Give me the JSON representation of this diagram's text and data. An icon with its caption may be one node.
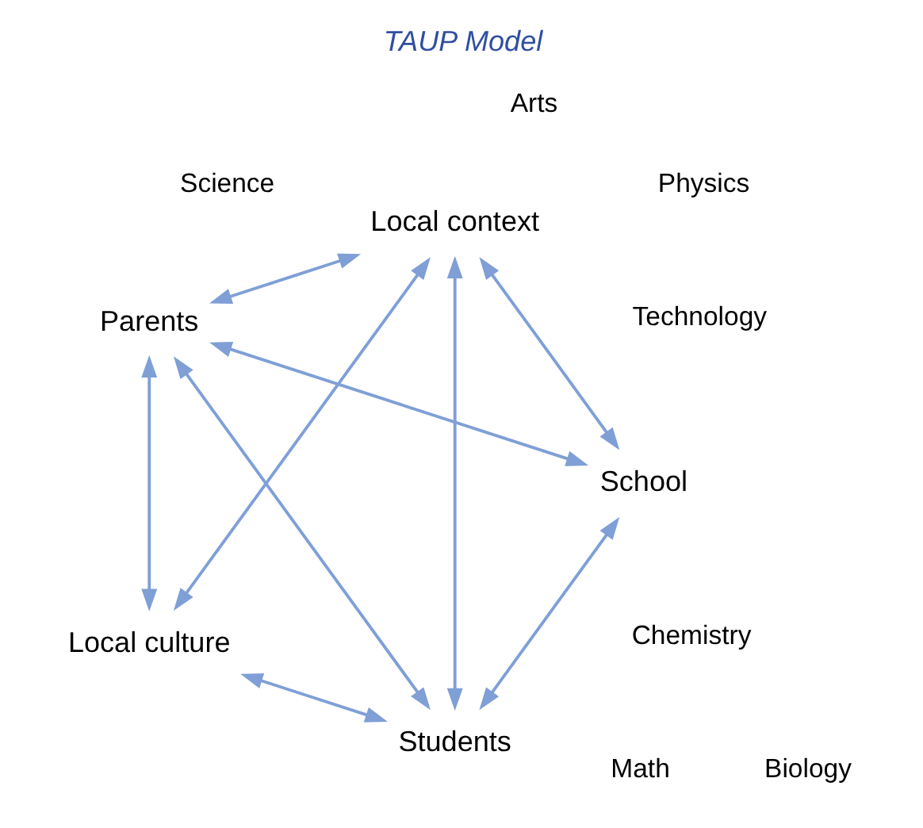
{
  "diagram": {
    "title": "TAUP Model",
    "nodes": [
      {
        "text": [
          "Students"
        ]
      },
      {
        "text": [
          "Local context"
        ]
      },
      {
        "text": [
          "School"
        ]
      },
      {
        "text": [
          "Parents"
        ]
      },
      {
        "text": [
          "Local culture"
        ]
      }
    ],
    "edges": [
      {
        "from": 0,
        "to": 1,
        "arrow": "both"
      },
      {
        "from": 0,
        "to": 2,
        "arrow": "both"
      },
      {
        "from": 0,
        "to": 3,
        "arrow": "both"
      },
      {
        "from": 0,
        "to": 4,
        "arrow": "both"
      },
      {
        "from": 1,
        "to": 2,
        "arrow": "both"
      },
      {
        "from": 1,
        "to": 3,
        "arrow": "both"
      },
      {
        "from": 1,
        "to": 4,
        "arrow": "both"
      },
      {
        "from": 2,
        "to": 3,
        "arrow": "both"
      },
      {
        "from": 3,
        "to": 4,
        "arrow": "both"
      }
    ],
    "labels": [
      "Chemistry",
      "Arts",
      "Technology",
      "Physics",
      "Math",
      "Science",
      "Biology"
    ]
  }
}
